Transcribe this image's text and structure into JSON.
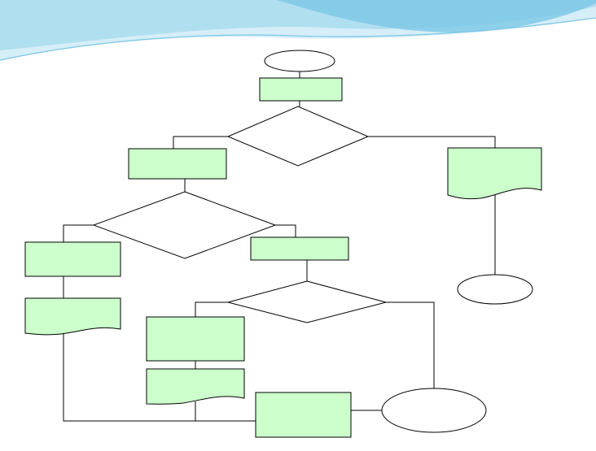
{
  "colors": {
    "box_fill": "#ccffcc",
    "stroke": "#000000",
    "diamond_fill": "#ffffff",
    "wave_light": "#d6eef8",
    "wave_mid": "#a9dcef",
    "wave_dark": "#7cc7e6"
  },
  "flowchart": {
    "nodes": [
      {
        "id": "start",
        "shape": "terminator",
        "label": ""
      },
      {
        "id": "step-1",
        "shape": "process",
        "label": ""
      },
      {
        "id": "decision-1",
        "shape": "decision",
        "label": ""
      },
      {
        "id": "process-left",
        "shape": "process",
        "label": ""
      },
      {
        "id": "document-right",
        "shape": "document",
        "label": ""
      },
      {
        "id": "end-right",
        "shape": "terminator",
        "label": ""
      },
      {
        "id": "decision-2",
        "shape": "decision",
        "label": ""
      },
      {
        "id": "process-far-left",
        "shape": "process",
        "label": ""
      },
      {
        "id": "document-far-left",
        "shape": "document",
        "label": ""
      },
      {
        "id": "process-mid-right",
        "shape": "process",
        "label": ""
      },
      {
        "id": "decision-3",
        "shape": "decision",
        "label": ""
      },
      {
        "id": "process-center",
        "shape": "process",
        "label": ""
      },
      {
        "id": "document-center",
        "shape": "document",
        "label": ""
      },
      {
        "id": "process-bottom",
        "shape": "process",
        "label": ""
      },
      {
        "id": "end-bottom",
        "shape": "terminator",
        "label": ""
      }
    ],
    "edges": [
      {
        "from": "start",
        "to": "step-1"
      },
      {
        "from": "step-1",
        "to": "decision-1"
      },
      {
        "from": "decision-1",
        "to": "process-left"
      },
      {
        "from": "decision-1",
        "to": "document-right"
      },
      {
        "from": "document-right",
        "to": "end-right"
      },
      {
        "from": "process-left",
        "to": "decision-2"
      },
      {
        "from": "decision-2",
        "to": "process-far-left"
      },
      {
        "from": "decision-2",
        "to": "process-mid-right"
      },
      {
        "from": "process-far-left",
        "to": "document-far-left"
      },
      {
        "from": "document-far-left",
        "to": "process-bottom"
      },
      {
        "from": "process-mid-right",
        "to": "decision-3"
      },
      {
        "from": "decision-3",
        "to": "process-center"
      },
      {
        "from": "decision-3",
        "to": "end-bottom"
      },
      {
        "from": "process-center",
        "to": "document-center"
      },
      {
        "from": "document-center",
        "to": "process-bottom"
      },
      {
        "from": "process-bottom",
        "to": "end-bottom"
      }
    ]
  }
}
